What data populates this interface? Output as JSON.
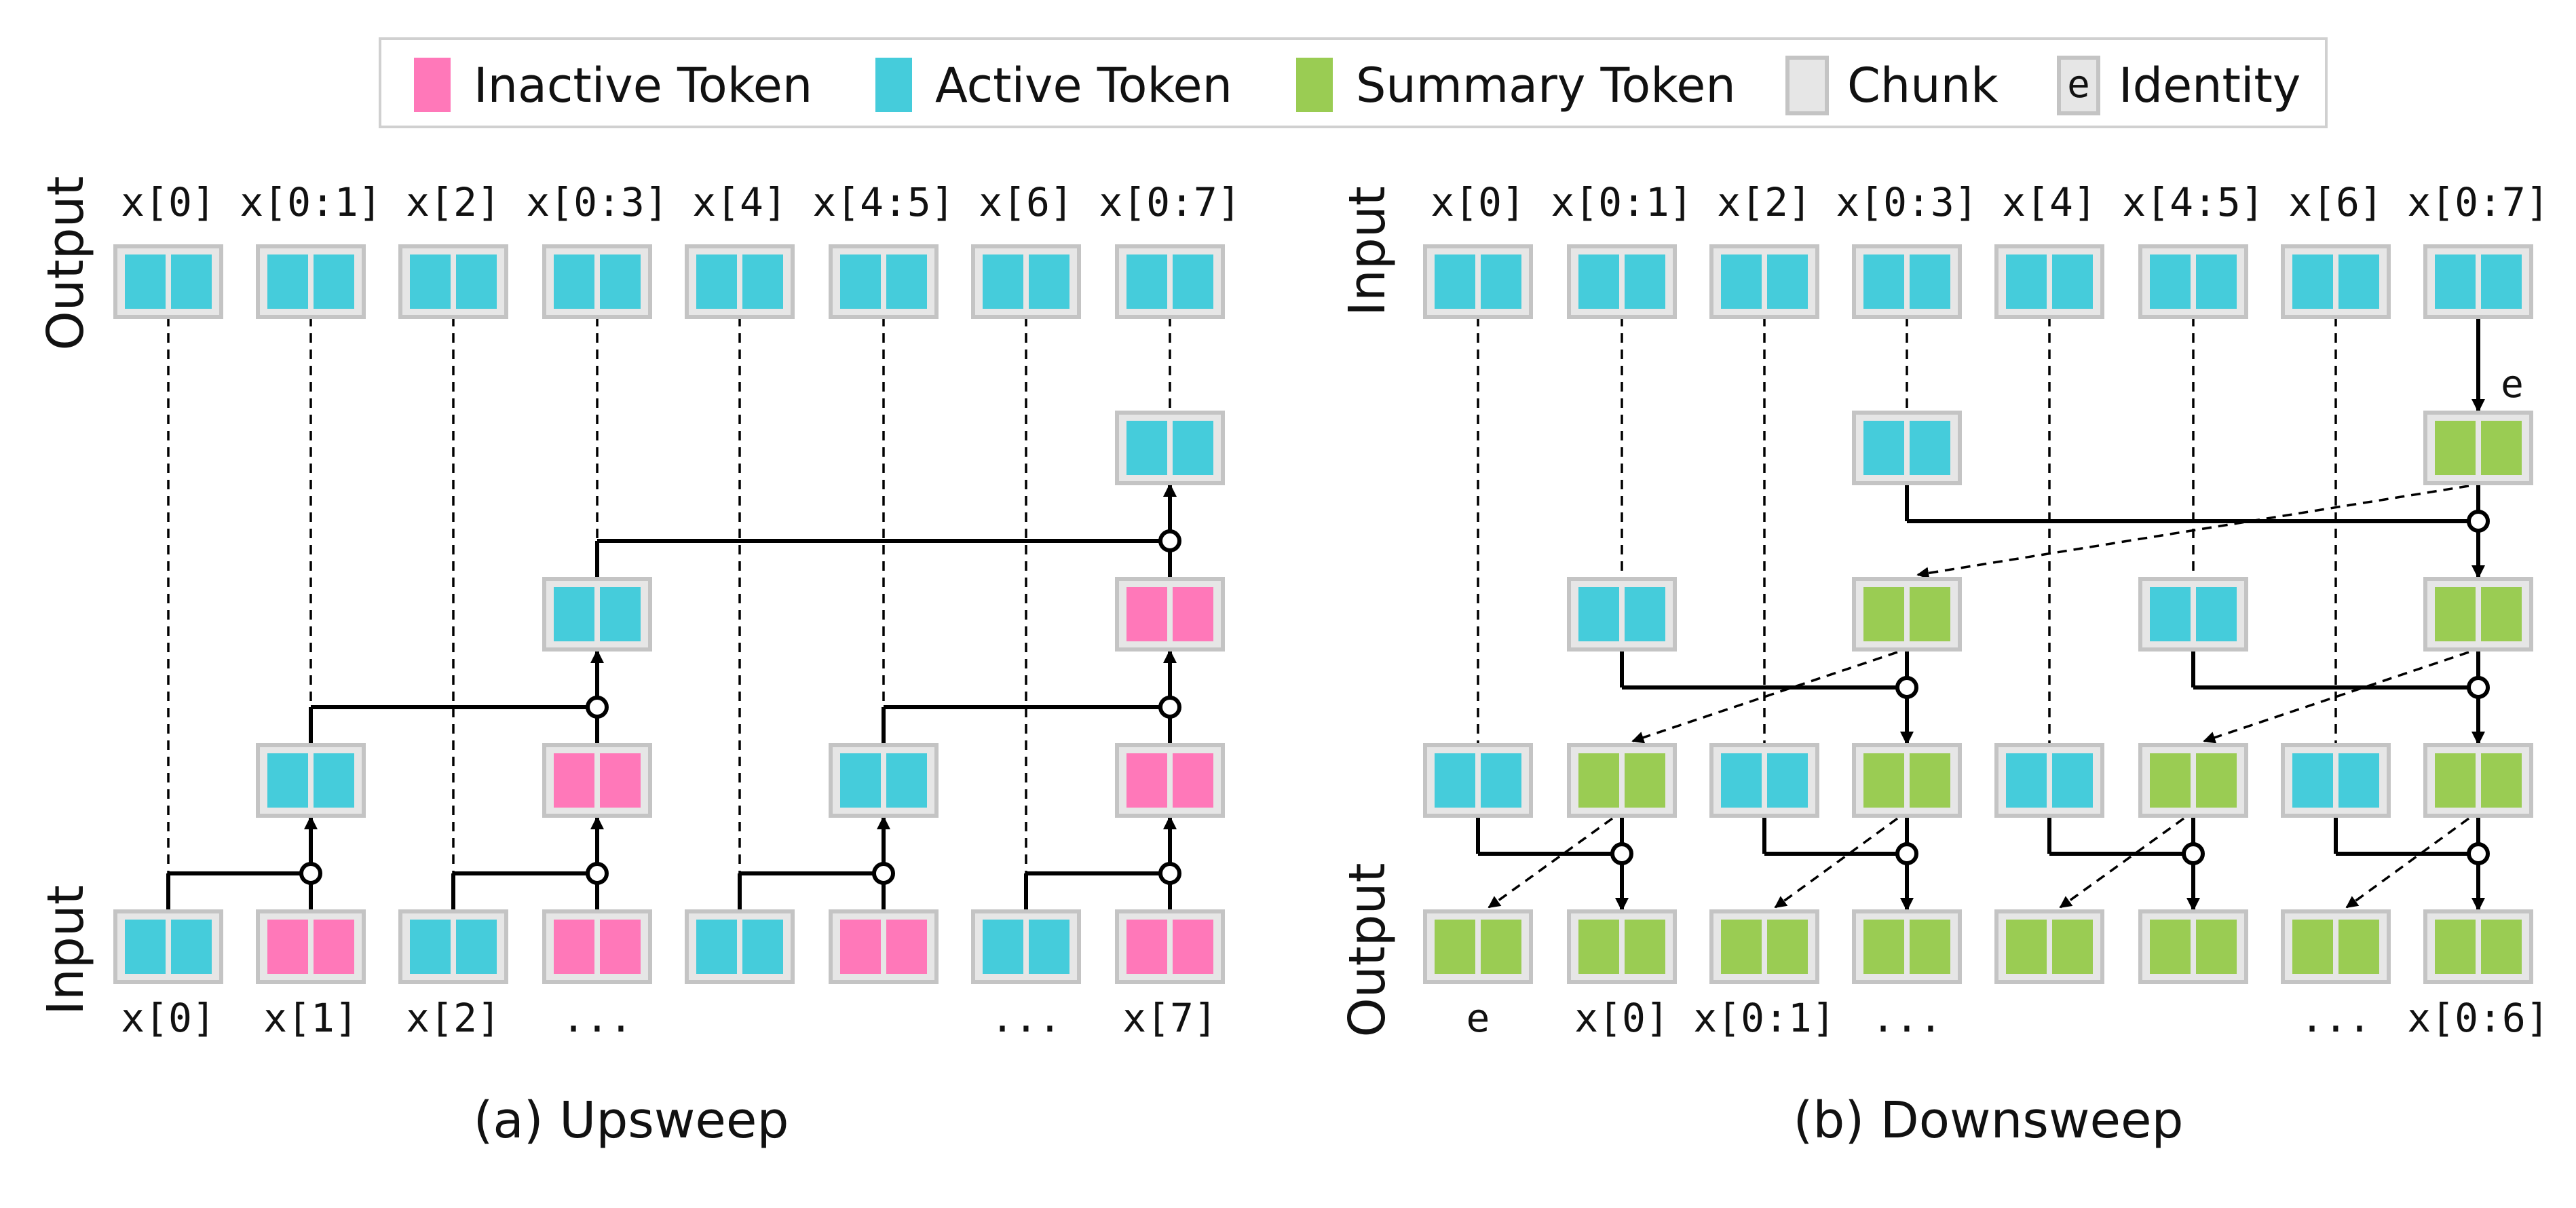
{
  "colors": {
    "inactive": "#FF78B9",
    "active": "#45CCDB",
    "summary": "#9ACC53",
    "chunk_fill": "#E6E6E6",
    "chunk_border": "#C4C4C4",
    "line": "#000000"
  },
  "legend": {
    "items": [
      {
        "label": "Inactive Token",
        "type": "inactive"
      },
      {
        "label": "Active Token",
        "type": "active"
      },
      {
        "label": "Summary Token",
        "type": "summary"
      },
      {
        "label": "Chunk",
        "type": "chunk"
      },
      {
        "label": "Identity",
        "type": "identity",
        "symbol": "e"
      }
    ]
  },
  "upsweep": {
    "caption": "(a) Upsweep",
    "output_axis": "Output",
    "input_axis": "Input",
    "output_labels": [
      "x[0]",
      "x[0:1]",
      "x[2]",
      "x[0:3]",
      "x[4]",
      "x[4:5]",
      "x[6]",
      "x[0:7]"
    ],
    "input_labels": [
      "x[0]",
      "x[1]",
      "x[2]",
      "...",
      "",
      "",
      "...",
      "x[7]"
    ]
  },
  "downsweep": {
    "caption": "(b) Downsweep",
    "input_axis": "Input",
    "output_axis": "Output",
    "input_labels": [
      "x[0]",
      "x[0:1]",
      "x[2]",
      "x[0:3]",
      "x[4]",
      "x[4:5]",
      "x[6]",
      "x[0:7]"
    ],
    "output_labels": [
      "e",
      "x[0]",
      "x[0:1]",
      "...",
      "",
      "",
      "...",
      "x[0:6]"
    ],
    "identity_label": "e"
  }
}
